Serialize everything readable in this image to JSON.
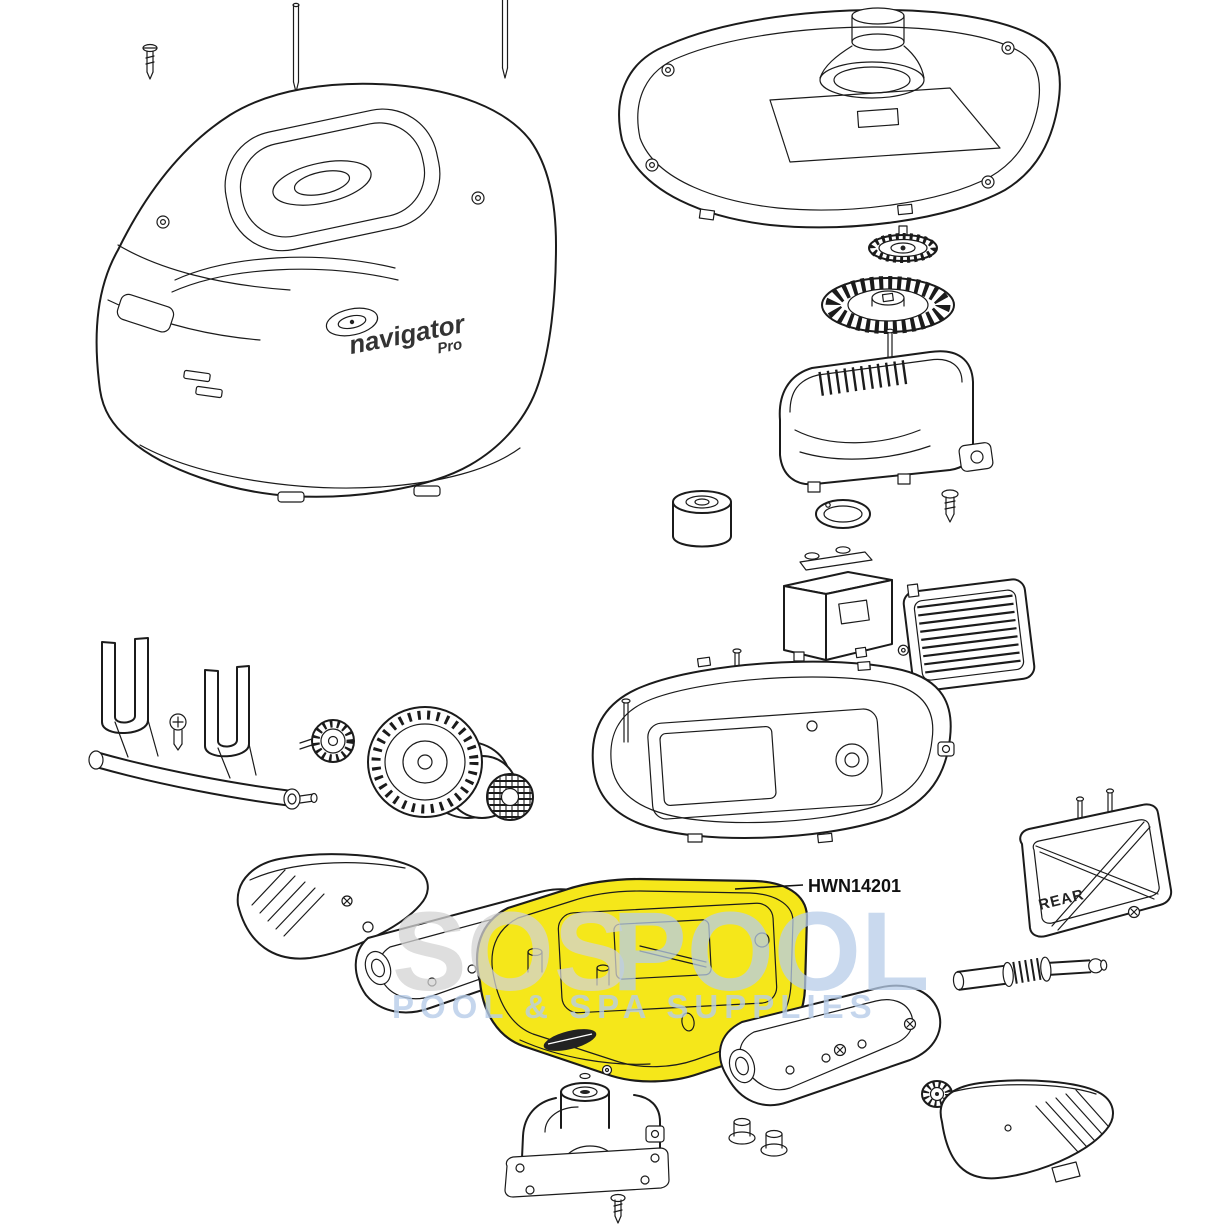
{
  "diagram": {
    "type": "exploded-parts-diagram",
    "subject": "automatic pool cleaner",
    "highlight": {
      "part_number": "HWN14201",
      "color": "#f5e71a"
    },
    "labels": {
      "part_number": "HWN14201",
      "rear_flap": "REAR",
      "brand_line1": "navigator",
      "brand_line2": "Pro"
    },
    "watermark": {
      "word_gray": "SOS",
      "word_blue": "POOL",
      "line2": "POOL & SPA SUPPLIES",
      "color_gray": "#d3d3d3",
      "color_blue": "#b7cde9"
    },
    "colors": {
      "line": "#1b1b1b",
      "background": "#ffffff"
    },
    "parts": [
      "top-housing-cover",
      "mounting-pins",
      "cover-screw",
      "top-housing-underside",
      "drive-gear",
      "turbine-wheel",
      "gearbox-housing",
      "gearbox-screw",
      "roller-bearing",
      "o-ring",
      "motor-block",
      "intake-grill",
      "a-frame-turbine-assembly",
      "pod-hub",
      "drive-cone-assembly",
      "middle-body-frame",
      "left-wing-panel",
      "left-shoe-pad",
      "lower-body-hwn14201",
      "front-bracket-assembly",
      "bracket-screw",
      "hex-bushings",
      "right-shoe-pad",
      "rear-flap",
      "axle-rod",
      "bushing",
      "right-wing-panel"
    ]
  }
}
